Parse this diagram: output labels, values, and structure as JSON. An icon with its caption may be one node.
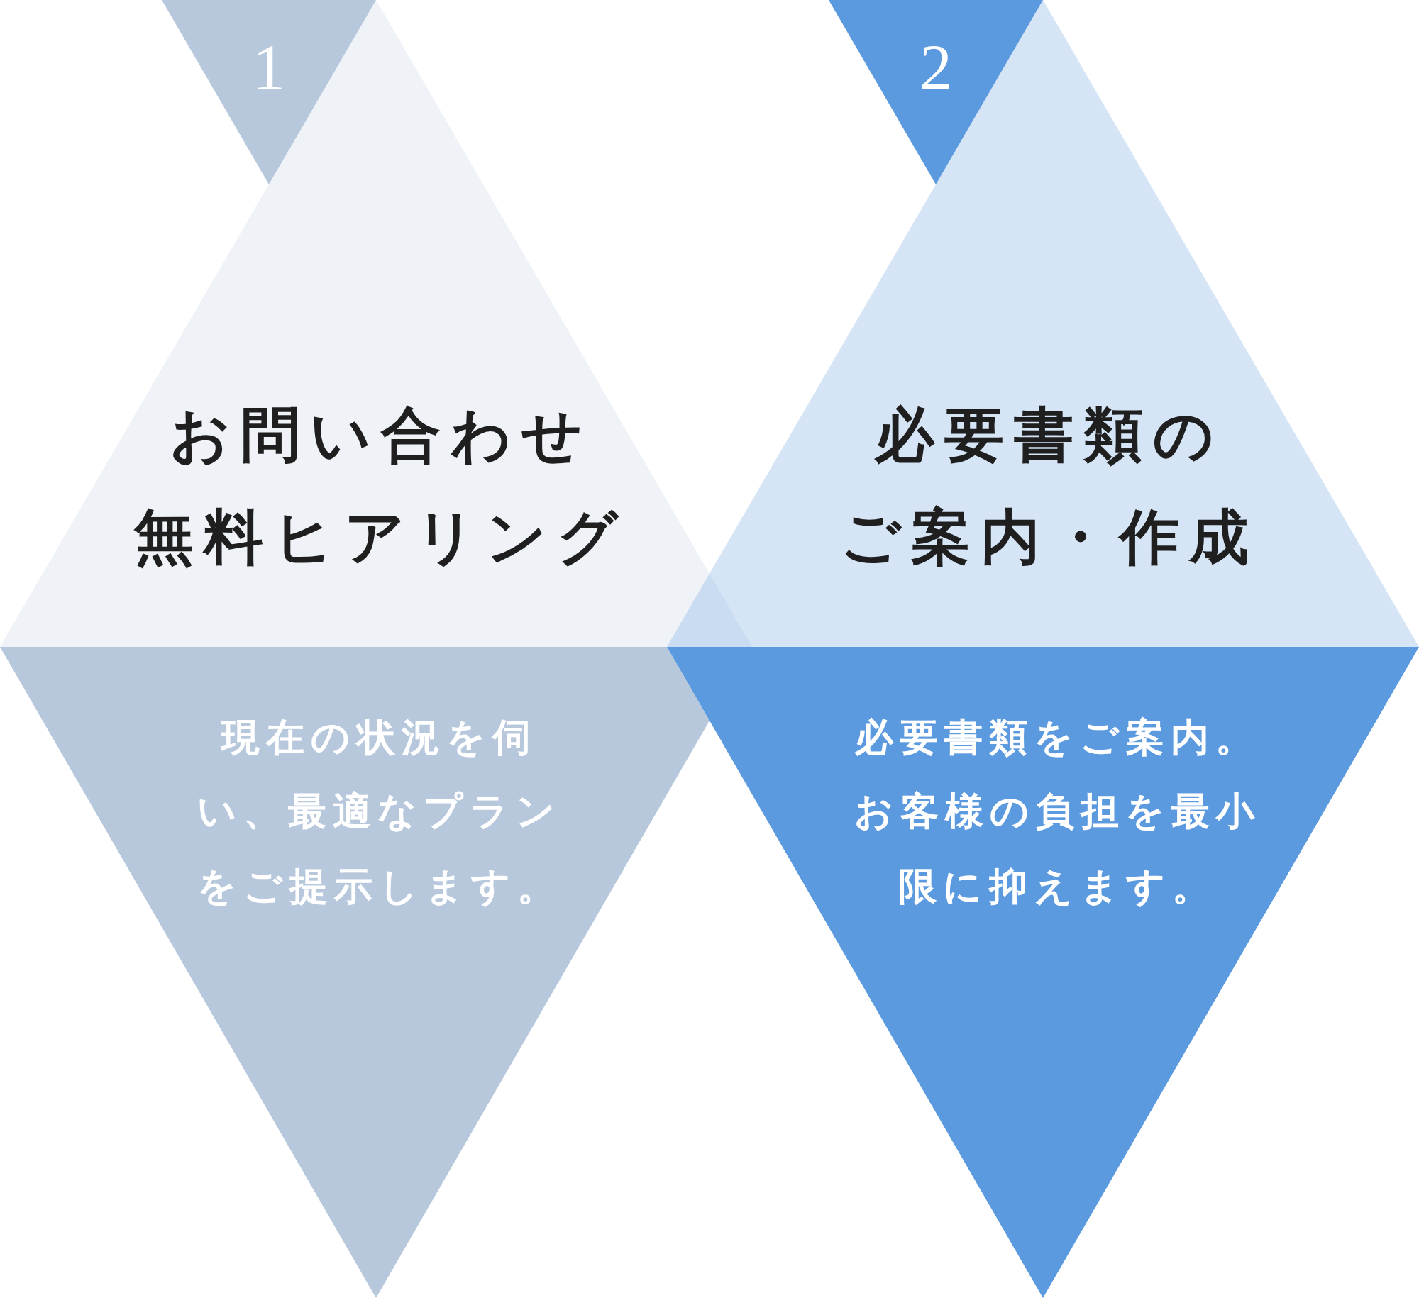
{
  "diagram": {
    "nodes": [
      {
        "text": [
          "1"
        ]
      },
      {
        "text": [
          "お問い合わせ無料ヒアリング"
        ]
      },
      {
        "text": [
          "現在の状況を伺い、最適なプランをご提示します。"
        ]
      },
      {
        "text": [
          "2"
        ]
      },
      {
        "text": [
          "必要書類のご案内・作成"
        ]
      },
      {
        "text": [
          "必要書類をご案内。お客様の負担を最小限に抑えます。"
        ]
      }
    ]
  }
}
